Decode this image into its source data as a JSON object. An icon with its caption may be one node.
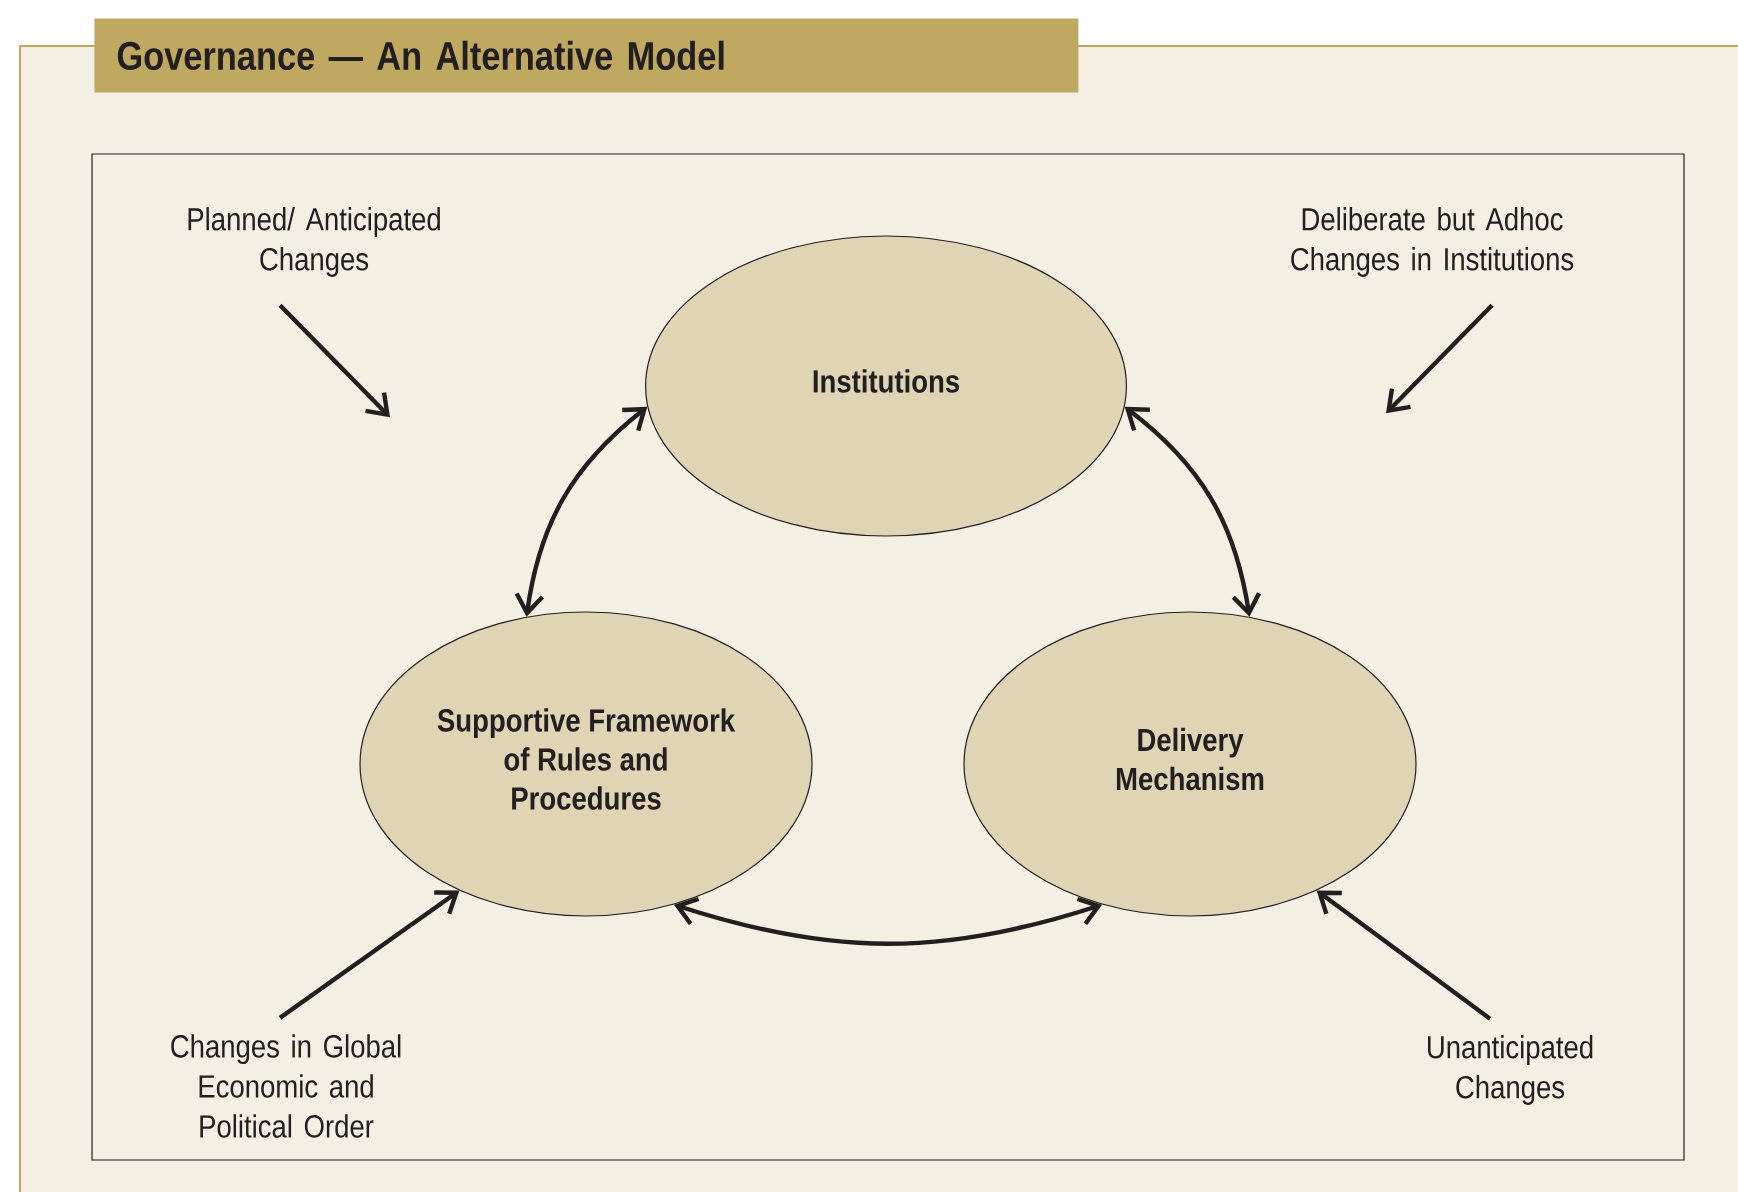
{
  "diagram": {
    "title": "Governance — An Alternative Model",
    "nodes": [
      {
        "text": [
          "Institutions"
        ]
      },
      {
        "text": [
          "Supportive Framework of Rules and Procedures"
        ]
      },
      {
        "text": [
          "Delivery Mechanism"
        ]
      },
      {
        "text": [
          "Planned/ Anticipated Changes"
        ]
      },
      {
        "text": [
          "Deliberate but Adhoc Changes in Institutions"
        ]
      },
      {
        "text": [
          "Changes in Global Economic and Political Order"
        ]
      },
      {
        "text": [
          "Unanticipated Changes"
        ]
      }
    ],
    "edges": [
      {
        "from": 0,
        "to": 1,
        "arrow": "both"
      },
      {
        "from": 0,
        "to": 2,
        "arrow": "both"
      },
      {
        "from": 1,
        "to": 2,
        "arrow": "both"
      },
      {
        "from": 3,
        "to": null,
        "arrow": "to"
      },
      {
        "from": 4,
        "to": null,
        "arrow": "to"
      },
      {
        "from": 5,
        "to": 1,
        "arrow": "to"
      },
      {
        "from": 6,
        "to": 2,
        "arrow": "to"
      }
    ]
  }
}
